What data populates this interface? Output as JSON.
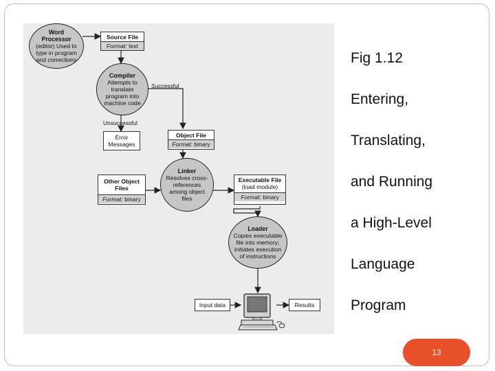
{
  "caption": {
    "lines": [
      "Fig 1.12",
      "Entering,",
      "Translating,",
      "and Running",
      "a High-Level",
      "Language",
      "Program"
    ]
  },
  "page_number": "13",
  "diagram": {
    "word_processor": {
      "title": "Word Processor",
      "desc": "(editor) Used to type in program and corrections"
    },
    "source_file": {
      "title": "Source File",
      "format_label": "Format:",
      "format_value": "text"
    },
    "compiler": {
      "title": "Compiler",
      "desc": "Attempts to translate program into machine code"
    },
    "successful_label": "Successful",
    "unsuccessful_label": "Unsuccessful",
    "error_messages": "Error Messages",
    "object_file": {
      "title": "Object File",
      "format_label": "Format:",
      "format_value": "binary"
    },
    "other_object_files": {
      "title": "Other Object Files",
      "format_label": "Format:",
      "format_value": "binary"
    },
    "linker": {
      "title": "Linker",
      "desc": "Resolves cross-references among object files"
    },
    "executable_file": {
      "title": "Executable File",
      "subtitle": "(load module)",
      "format_label": "Format:",
      "format_value": "binary"
    },
    "loader": {
      "title": "Loader",
      "desc": "Copies executable file into memory; initiates execution of instructions"
    },
    "input_data": "Input data",
    "results": "Results"
  }
}
